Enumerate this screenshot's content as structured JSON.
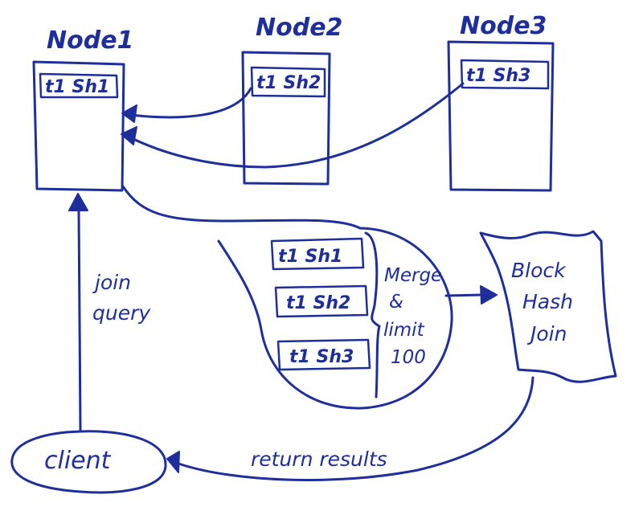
{
  "nodes": [
    {
      "title": "Node1",
      "shard": "t1 Sh1"
    },
    {
      "title": "Node2",
      "shard": "t1 Sh2"
    },
    {
      "title": "Node3",
      "shard": "t1 Sh3"
    }
  ],
  "collected_shards": [
    "t1 Sh1",
    "t1 Sh2",
    "t1 Sh3"
  ],
  "merge_label": {
    "line1": "Merge",
    "line2": "&",
    "line3": "limit",
    "line4": "100"
  },
  "join_box": {
    "line1": "Block",
    "line2": "Hash",
    "line3": "Join"
  },
  "client": {
    "label": "client"
  },
  "edges": {
    "join_query": {
      "line1": "join",
      "line2": "query"
    },
    "return_results": "return results"
  },
  "colors": {
    "ink": "#1e2f9c",
    "background": "#ffffff"
  }
}
